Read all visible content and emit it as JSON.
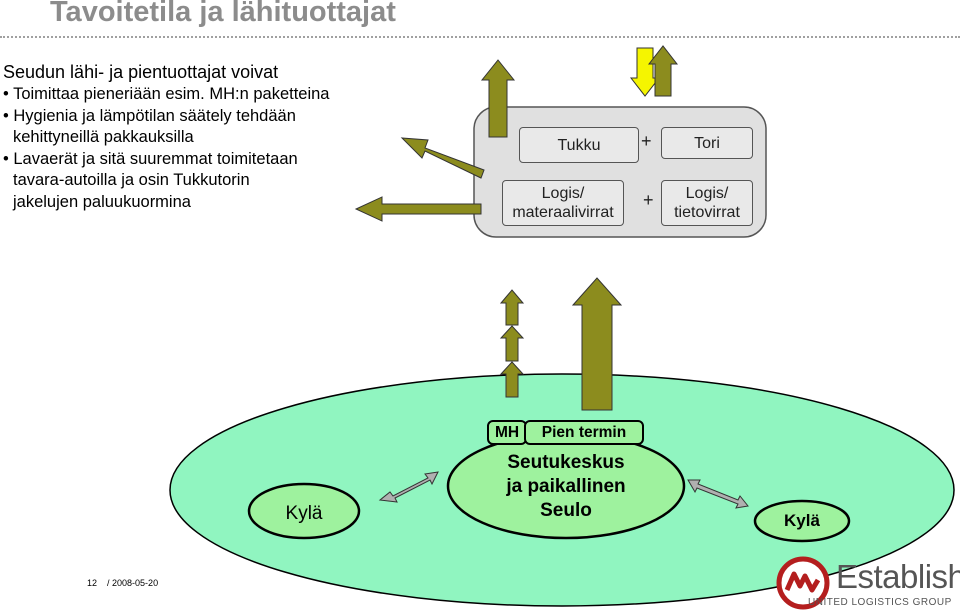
{
  "title": "Tavoitetila ja lähituottajat",
  "intro": "Seudun lähi- ja pientuottajat voivat",
  "bullets": [
    {
      "line1": "Toimittaa pieneriään esim. MH:n paketteina",
      "line2": ""
    },
    {
      "line1": "Hygienia ja lämpötilan säätely tehdään",
      "line2": "kehittyneillä pakkauksilla"
    },
    {
      "line1": "Lavaerät ja sitä suuremmat toimitetaan",
      "line2": "tavara-autoilla ja osin Tukkutorin",
      "line3": "jakelujen paluukuormina"
    }
  ],
  "hub": {
    "tukku": "Tukku",
    "tori": "Tori",
    "plus": "+",
    "logis_left_1": "Logis/",
    "logis_left_2": "materaalivirrat",
    "logis_right_1": "Logis/",
    "logis_right_2": "tietovirrat"
  },
  "region": {
    "mh": "MH",
    "pien_termin": "Pien termin",
    "center_1": "Seutukeskus",
    "center_2": "ja paikallinen",
    "center_3": "Seulo",
    "kyla_left": "Kylä",
    "kyla_right": "Kylä"
  },
  "footer": {
    "page": "12",
    "date": "/ 2008-05-20"
  },
  "logo": {
    "name": "Establish",
    "sub": "UNITED LOGISTICS GROUP"
  },
  "colors": {
    "arrow_fill": "#8c8c1e",
    "region_fill": "#90f5c0",
    "center_fill": "#9ef29e",
    "hub_fill": "#e0e0e0"
  }
}
